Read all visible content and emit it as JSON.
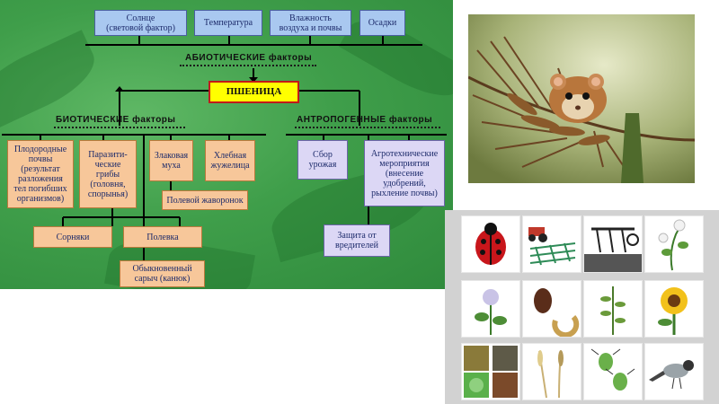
{
  "diagram": {
    "boxes": {
      "sun": "Солнце\n(световой фактор)",
      "temperature": "Температура",
      "humidity": "Влажность\nвоздуха и почвы",
      "precipitation": "Осадки",
      "wheat": "ПШЕНИЦА",
      "fertile_soil": "Плодородные\nпочвы\n(результат\nразложения\nтел погибших\nорганизмов)",
      "parasitic_fungi": "Паразити-\nческие\nгрибы\n(головня,\nспорынья)",
      "cereal_fly": "Злаковая\nмуха",
      "grain_beetle": "Хлебная\nжужелица",
      "skylark": "Полевой жаворонок",
      "weeds": "Сорняки",
      "vole": "Полевка",
      "kestrel": "Обыкновенный\nсарыч (канюк)",
      "harvest": "Сбор\nурожая",
      "agrotech": "Агротехнические\nмероприятия\n(внесение\nудобрений,\nрыхление почвы)",
      "pest_protection": "Защита от\nвредителей"
    },
    "labels": {
      "abiotic": "АБИОТИЧЕСКИЕ факторы",
      "biotic": "БИОТИЧЕСКИЕ факторы",
      "anthropogenic": "АНТРОПОГЕННЫЕ факторы"
    }
  },
  "colors": {
    "background": "#3f9e4a",
    "abiotic_box": "#a9c8f0",
    "biotic_box": "#f7c79a",
    "anthropogenic_box": "#dcd7f5",
    "center_box": "#ffff00",
    "center_border": "#c21a1a"
  },
  "photo": {
    "subject": "mouse-on-wheat-ear"
  },
  "gallery": {
    "items": [
      "ladybug",
      "tractor-harrow",
      "plough",
      "bindweed-plant",
      "clover-plant",
      "ground-beetle-larva",
      "weed-plant",
      "sunflower",
      "grain-seeds",
      "wheat-ears",
      "aphids",
      "wagtail-bird"
    ]
  }
}
